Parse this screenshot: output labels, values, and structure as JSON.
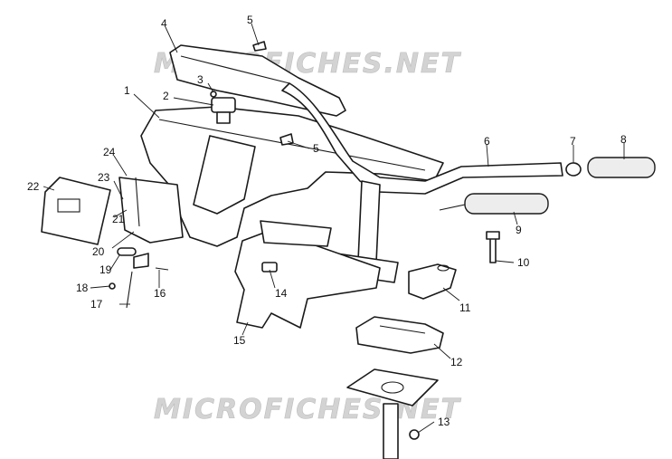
{
  "watermarks": [
    "MICROFICHES.NET",
    "MICROFICHES.NET"
  ],
  "callouts": {
    "c1": "1",
    "c2": "2",
    "c3": "3",
    "c4": "4",
    "c5a": "5",
    "c5b": "5",
    "c6": "6",
    "c7": "7",
    "c8": "8",
    "c9": "9",
    "c10": "10",
    "c11": "11",
    "c12": "12",
    "c13": "13",
    "c14": "14",
    "c15": "15",
    "c16": "16",
    "c17": "17",
    "c18": "18",
    "c19": "19",
    "c20": "20",
    "c21": "21",
    "c22": "22",
    "c23": "23",
    "c24": "24"
  }
}
